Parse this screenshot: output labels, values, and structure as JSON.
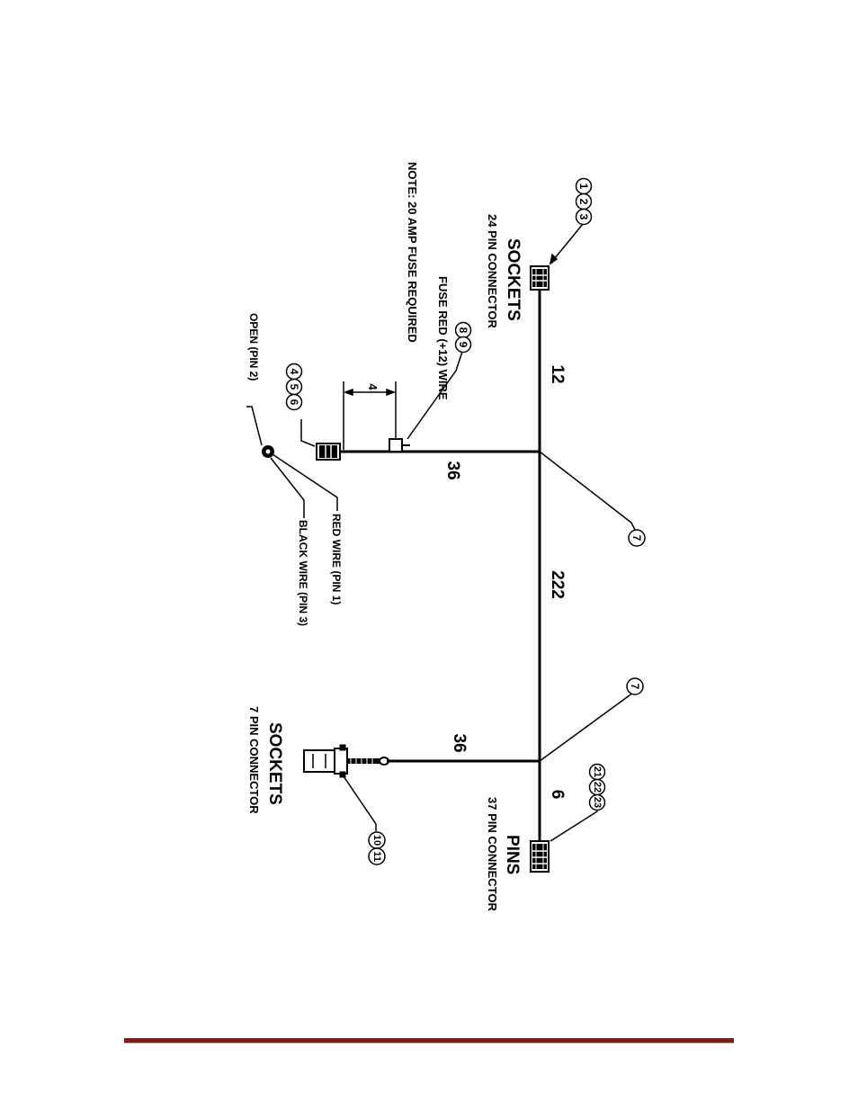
{
  "diagram": {
    "connectors": {
      "sockets_24": {
        "title": "SOCKETS",
        "subtitle": "24 PIN CONNECTOR"
      },
      "pins_37": {
        "title": "PINS",
        "subtitle": "37 PIN CONNECTOR"
      },
      "sockets_7": {
        "title": "SOCKETS",
        "subtitle": "7 PIN CONNECTOR"
      }
    },
    "wire_lengths": {
      "top_branch": "12",
      "main_trunk": "222",
      "bottom_branch": "6",
      "fuse_branch": "36",
      "seven_pin_branch": "36",
      "fuse_spacing": "4"
    },
    "callouts": {
      "c123": [
        "1",
        "2",
        "3"
      ],
      "c89": [
        "8",
        "9"
      ],
      "c456": [
        "4",
        "5",
        "6"
      ],
      "c7_upper": [
        "7"
      ],
      "c7_lower": [
        "7"
      ],
      "c2123": [
        "21",
        "22",
        "23"
      ],
      "c1011": [
        "10",
        "11"
      ]
    },
    "annotations": {
      "fuse_wire": "FUSE RED (+12) WIRE",
      "fuse_note": "NOTE: 20 AMP FUSE REQUIRED",
      "open_pin": "OPEN (PIN 2)",
      "red_wire": "RED WIRE (PIN 1)",
      "black_wire": "BLACK WIRE (PIN 3)"
    }
  },
  "colors": {
    "ink": "#000000",
    "footer_rule": "#7a1f1c"
  }
}
